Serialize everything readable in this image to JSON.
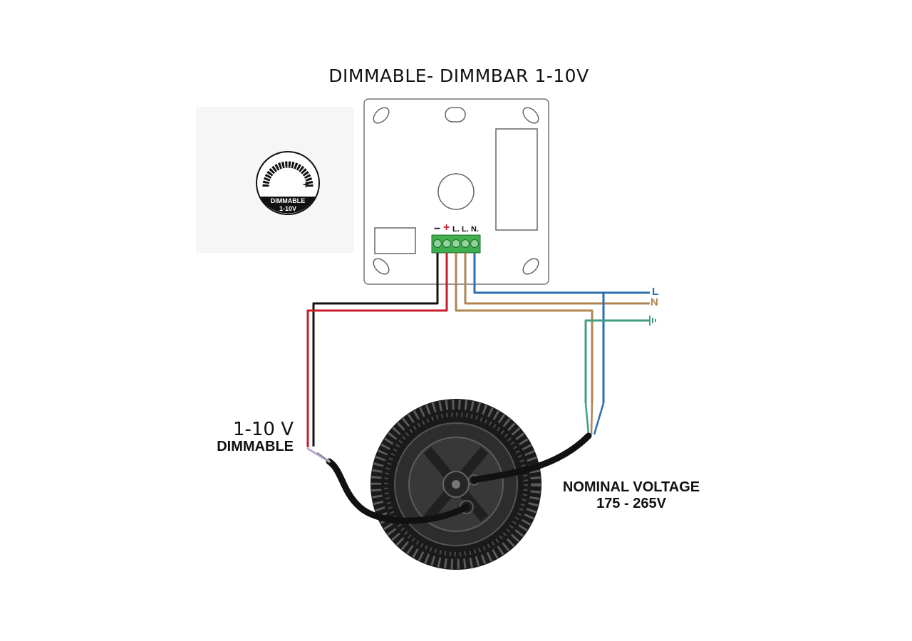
{
  "title": "DIMMABLE- DIMMBAR 1-10V",
  "badge": {
    "minus": "−",
    "plus": "+",
    "line1": "DIMMABLE",
    "line2": "1-10V"
  },
  "terminal_labels": {
    "minus": "−",
    "plus": "+",
    "l1": "L.",
    "l2": "L.",
    "n": "N."
  },
  "wire_labels": {
    "L": "L",
    "N": "N",
    "earth": "⏚"
  },
  "dimmable_label": {
    "voltage": "1-10 V",
    "text": "DIMMABLE"
  },
  "nominal_label": {
    "line1": "NOMINAL VOLTAGE",
    "line2": "175 - 265V"
  },
  "colors": {
    "blue_wire": "#2a6fb0",
    "brown_wire": "#b08552",
    "green_wire": "#3f9e86",
    "red_wire": "#c81e2a",
    "black_wire": "#111111",
    "terminal_green": "#3fae4f",
    "label_L": "#2a6fb0",
    "label_N": "#b08552",
    "label_earth": "#3f9e86"
  },
  "icons": [
    "dimmer-badge-icon",
    "controller-box",
    "terminal-block",
    "fan-motor",
    "earth-icon"
  ]
}
